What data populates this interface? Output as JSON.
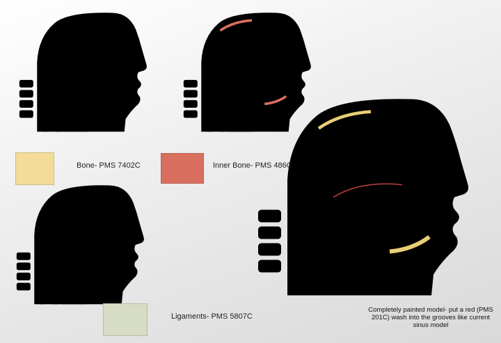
{
  "colors": {
    "bone": "#f2dc98",
    "inner_bone": "#d9705f",
    "ligaments": "#d7dcc4",
    "tissue": "#f2c2a8",
    "muscle": "#8e1a22",
    "base": "#ecd6a9",
    "outline": "#6b5a3c"
  },
  "swatches": [
    {
      "label": "Bone- PMS 7402C",
      "color": "#f2dc98"
    },
    {
      "label": "Inner Bone- PMS 486C",
      "color": "#d9705f"
    },
    {
      "label": "Ligaments- PMS  5807C",
      "color": "#d7dcc4"
    }
  ],
  "caption": "Completely painted model- put a red (PMS 201C) wash into the grooves like current sinus model"
}
